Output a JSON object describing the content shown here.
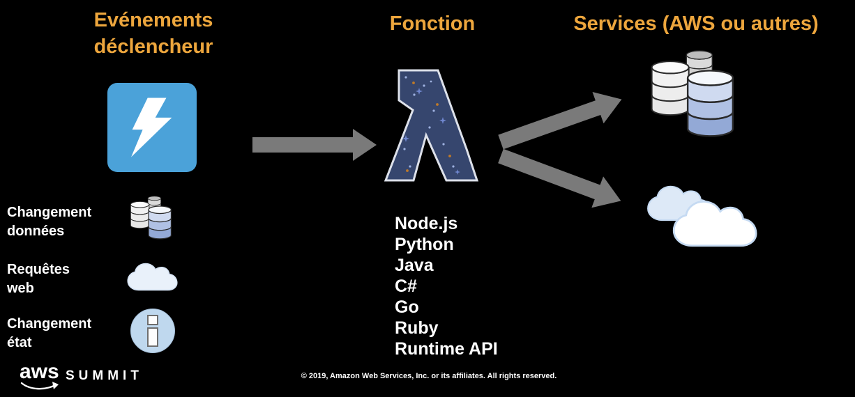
{
  "slide": {
    "headings": {
      "events": "Evénements déclencheur",
      "function": "Fonction",
      "services": "Services (AWS ou autres)"
    },
    "event_types": [
      {
        "label": "Changement données",
        "icon": "database-icon"
      },
      {
        "label": "Requêtes web",
        "icon": "cloud-icon"
      },
      {
        "label": "Changement état",
        "icon": "info-icon"
      }
    ],
    "trigger": {
      "icon": "lightning-icon"
    },
    "function": {
      "icon": "lambda-icon",
      "runtimes": [
        "Node.js",
        "Python",
        "Java",
        "C#",
        "Go",
        "Ruby",
        "Runtime API"
      ]
    },
    "services": {
      "icons": [
        "database-stack-icon",
        "clouds-icon"
      ]
    },
    "footer": {
      "logo": "aws",
      "brand": "SUMMIT",
      "copyright": "© 2019, Amazon Web Services, Inc. or its affiliates. All rights reserved."
    },
    "colors": {
      "background": "#000000",
      "heading_gold": "#EDA63D",
      "lightning_blue": "#4BA2D9",
      "lambda_navy": "#36466E",
      "lambda_outline": "#DDE1EA",
      "arrow_gray": "#7A7A7A",
      "info_blue": "#BFD8EE",
      "text_white": "#FFFFFF"
    }
  }
}
